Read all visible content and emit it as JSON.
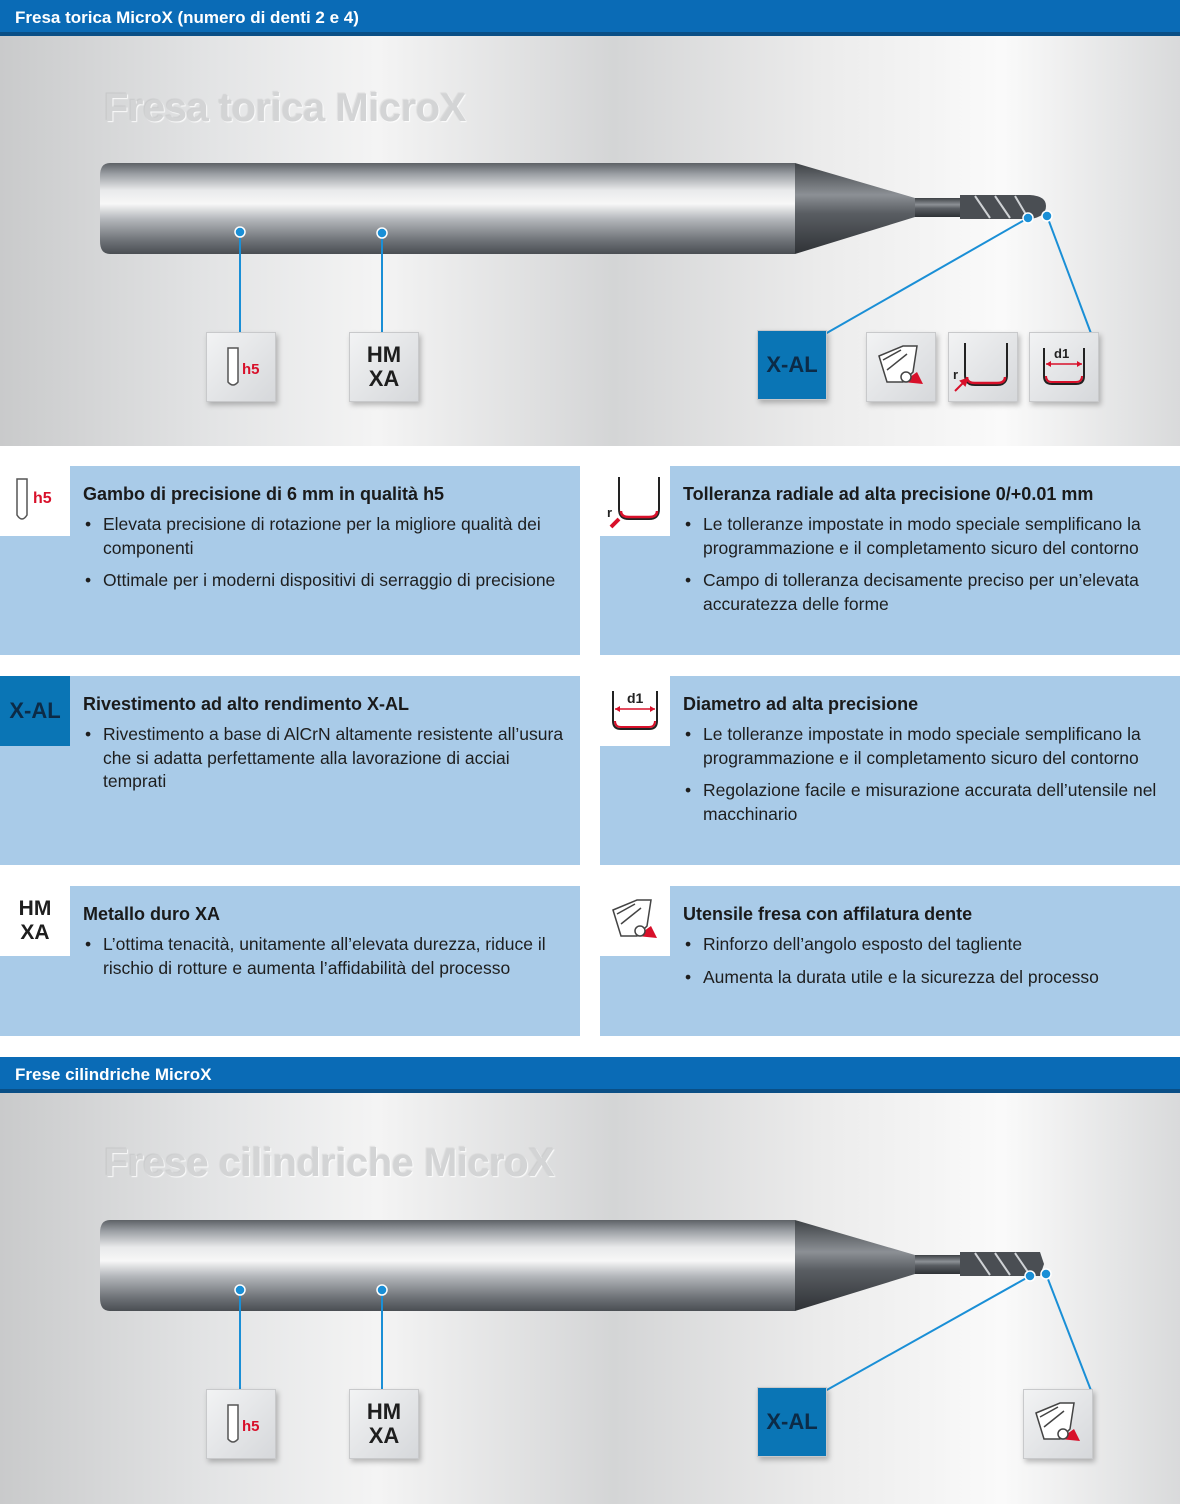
{
  "section1": {
    "band_title": "Fresa torica MicroX (numero di denti 2 e 4)",
    "hero_title": "Fresa torica MicroX",
    "badges": {
      "h5": "h5",
      "hm_line1": "HM",
      "hm_line2": "XA",
      "xal": "X-AL",
      "r": "r",
      "d1": "d1"
    }
  },
  "features": [
    {
      "icon": "h5-shank-icon",
      "icon_label": "h5",
      "title": "Gambo di precisione di 6 mm in qualità h5",
      "bullets": [
        "Elevata precisione di rotazione per la migliore qualità dei componenti",
        "Ottimale per i moderni dispositivi di serraggio di precisione"
      ]
    },
    {
      "icon": "radius-tolerance-icon",
      "icon_label": "r",
      "title": "Tolleranza radiale ad alta precisione 0/+0.01 mm",
      "bullets": [
        "Le tolleranze impostate in modo speciale semplificano la programmazione e il completamento sicuro del contorno",
        "Campo di tolleranza decisamente preciso per un’elevata accuratezza delle forme"
      ]
    },
    {
      "icon": "xal-coating-icon",
      "icon_label": "X-AL",
      "title": "Rivestimento ad alto rendimento X-AL",
      "bullets": [
        "Rivestimento a base di AlCrN altamente resistente all’usura che si adatta perfettamente alla lavorazione di acciai temprati"
      ]
    },
    {
      "icon": "diameter-icon",
      "icon_label": "d1",
      "title": "Diametro ad alta precisione",
      "bullets": [
        "Le tolleranze impostate in modo speciale semplificano la programmazione e il completamento sicuro del contorno",
        "Regolazione facile e misurazione accurata dell’utensile nel macchinario"
      ]
    },
    {
      "icon": "carbide-icon",
      "icon_label_1": "HM",
      "icon_label_2": "XA",
      "title": "Metallo duro XA",
      "bullets": [
        "L’ottima tenacità, unitamente all’elevata durezza, riduce il rischio di rotture e aumenta l’affidabilità del processo"
      ]
    },
    {
      "icon": "tooth-sharpening-icon",
      "title": "Utensile fresa con affilatura dente",
      "bullets": [
        "Rinforzo dell’angolo esposto del tagliente",
        "Aumenta la durata utile e la sicurezza del processo"
      ]
    }
  ],
  "section2": {
    "band_title": "Frese cilindriche MicroX",
    "hero_title": "Frese cilindriche MicroX",
    "badges": {
      "h5": "h5",
      "hm_line1": "HM",
      "hm_line2": "XA",
      "xal": "X-AL"
    }
  },
  "colors": {
    "band_blue": "#0a6bb6",
    "card_blue": "#a9cbe8",
    "xal_blue": "#0a75b5",
    "accent_red": "#d8102a",
    "pointer_blue": "#1a8fd6"
  }
}
